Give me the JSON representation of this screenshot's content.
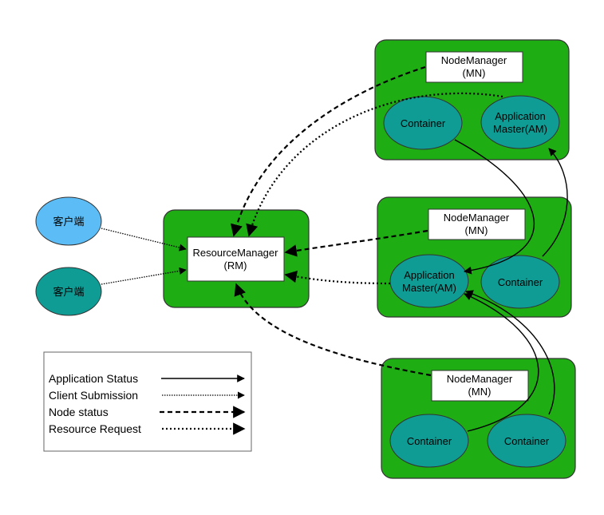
{
  "colors": {
    "node_green": "#1fad14",
    "teal": "#0e9c95",
    "client_blue": "#5bbcf6",
    "client_teal": "#0e9c95",
    "box_white": "#ffffff",
    "stroke": "#333333"
  },
  "clients": [
    {
      "label": "客户端"
    },
    {
      "label": "客户端"
    }
  ],
  "resource_manager": {
    "line1": "ResourceManager",
    "line2": "(RM)"
  },
  "nodes": [
    {
      "nm_line1": "NodeManager",
      "nm_line2": "(MN)",
      "container": "Container",
      "am_line1": "Application",
      "am_line2": "Master(AM)"
    },
    {
      "nm_line1": "NodeManager",
      "nm_line2": "(MN)",
      "container": "Container",
      "am_line1": "Application",
      "am_line2": "Master(AM)"
    },
    {
      "nm_line1": "NodeManager",
      "nm_line2": "(MN)",
      "container_a": "Container",
      "container_b": "Container"
    }
  ],
  "legend": [
    {
      "label": "Application Status",
      "style": "solid"
    },
    {
      "label": "Client Submission",
      "style": "fine-dotted"
    },
    {
      "label": "Node status",
      "style": "dashed"
    },
    {
      "label": "Resource Request",
      "style": "dotted"
    }
  ]
}
